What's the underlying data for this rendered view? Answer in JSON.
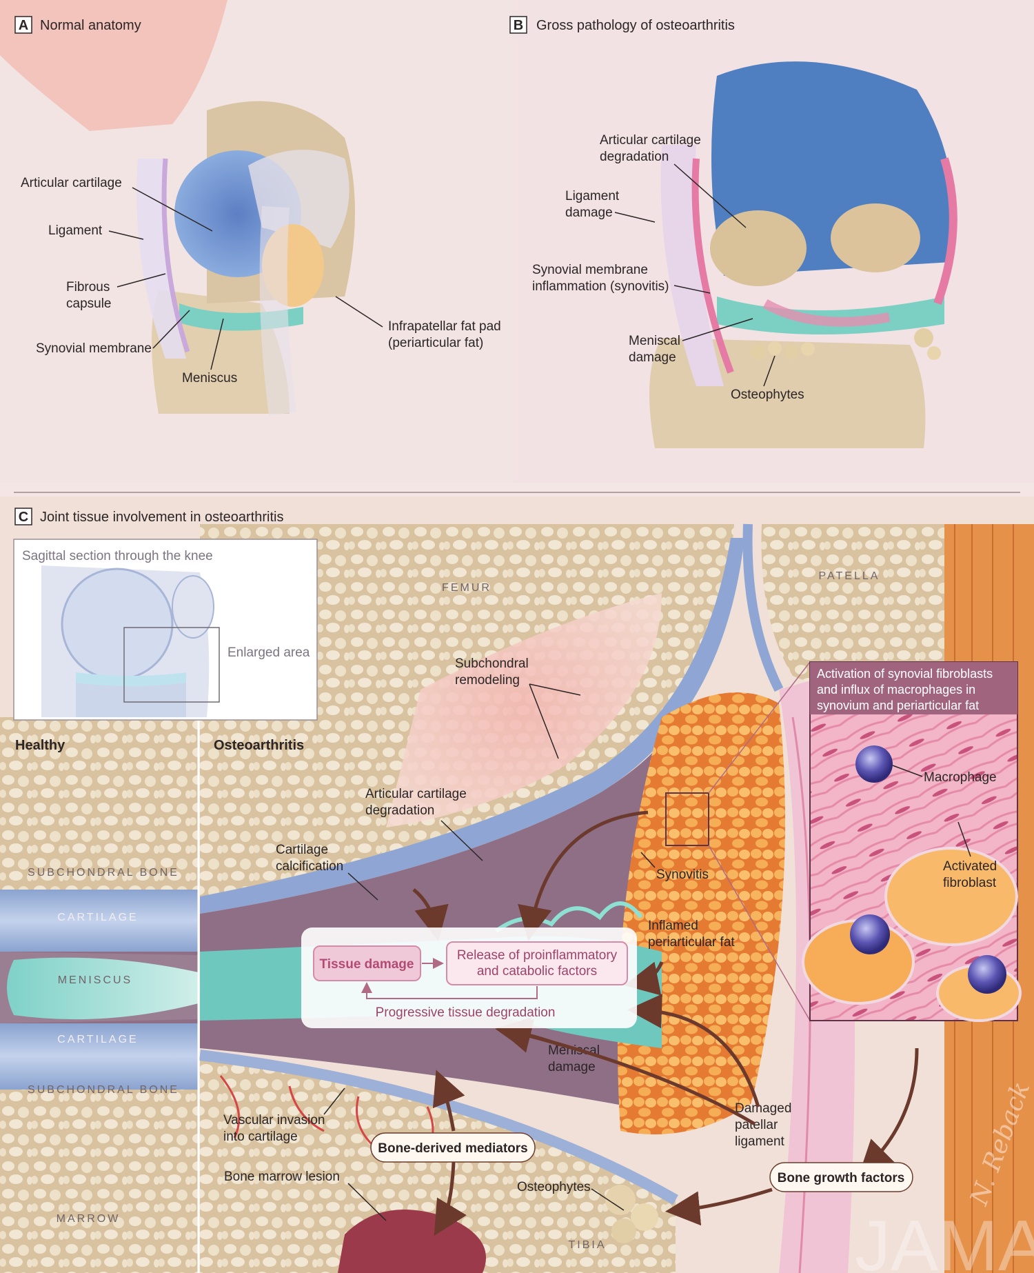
{
  "panels": {
    "a": {
      "letter": "A",
      "title": "Normal anatomy"
    },
    "b": {
      "letter": "B",
      "title": "Gross pathology of osteoarthritis"
    },
    "c": {
      "letter": "C",
      "title": "Joint tissue involvement in osteoarthritis"
    }
  },
  "panel_a_labels": {
    "articular_cartilage": "Articular cartilage",
    "ligament": "Ligament",
    "fibrous_line1": "Fibrous",
    "fibrous_line2": "capsule",
    "synovial_membrane": "Synovial membrane",
    "meniscus": "Meniscus",
    "fat_pad_line1": "Infrapatellar fat pad",
    "fat_pad_line2": "(periarticular fat)"
  },
  "panel_b_labels": {
    "cart_line1": "Articular cartilage",
    "cart_line2": "degradation",
    "lig_line1": "Ligament",
    "lig_line2": "damage",
    "syn_line1": "Synovial membrane",
    "syn_line2": "inflammation (synovitis)",
    "men_line1": "Meniscal",
    "men_line2": "damage",
    "osteophytes": "Osteophytes"
  },
  "inset": {
    "title": "Sagittal section through the knee",
    "enlarged": "Enlarged area"
  },
  "panel_c": {
    "healthy": "Healthy",
    "osteoarthritis": "Osteoarthritis",
    "femur": "FEMUR",
    "patella": "PATELLA",
    "tibia": "TIBIA",
    "healthy_layers": {
      "subchondral_top": "SUBCHONDRAL BONE",
      "cartilage_top": "CARTILAGE",
      "meniscus": "MENISCUS",
      "cartilage_bottom": "CARTILAGE",
      "subchondral_bottom": "SUBCHONDRAL BONE",
      "marrow": "MARROW"
    },
    "labels": {
      "subchondral_line1": "Subchondral",
      "subchondral_line2": "remodeling",
      "acd_line1": "Articular cartilage",
      "acd_line2": "degradation",
      "calc_line1": "Cartilage",
      "calc_line2": "calcification",
      "synovitis": "Synovitis",
      "inflamed_line1": "Inflamed",
      "inflamed_line2": "periarticular fat",
      "meniscal_line1": "Meniscal",
      "meniscal_line2": "damage",
      "vascular_line1": "Vascular invasion",
      "vascular_line2": "into cartilage",
      "bml": "Bone marrow lesion",
      "osteophytes": "Osteophytes",
      "damaged_line1": "Damaged",
      "damaged_line2": "patellar",
      "damaged_line3": "ligament"
    },
    "flow": {
      "tissue_damage": "Tissue damage",
      "release_line1": "Release of proinflammatory",
      "release_line2": "and catabolic factors",
      "progressive": "Progressive tissue degradation"
    },
    "bone_mediators": "Bone-derived mediators",
    "bone_growth": "Bone growth factors",
    "callout": {
      "title_line1": "Activation of synovial fibroblasts",
      "title_line2": "and influx of macrophages in",
      "title_line3": "synovium and periarticular fat",
      "macrophage": "Macrophage",
      "fibro_line1": "Activated",
      "fibro_line2": "fibroblast"
    }
  },
  "watermark": {
    "journal": "JAMA",
    "signature": "N. Reback"
  },
  "colors": {
    "cartilage": "#7f9fd6",
    "meniscus": "#5cc8bb",
    "bone": "#d9c3a0",
    "fat": "#f3a54e",
    "inflamed": "#e9a0b4",
    "flow_box": "#d68aa6"
  }
}
